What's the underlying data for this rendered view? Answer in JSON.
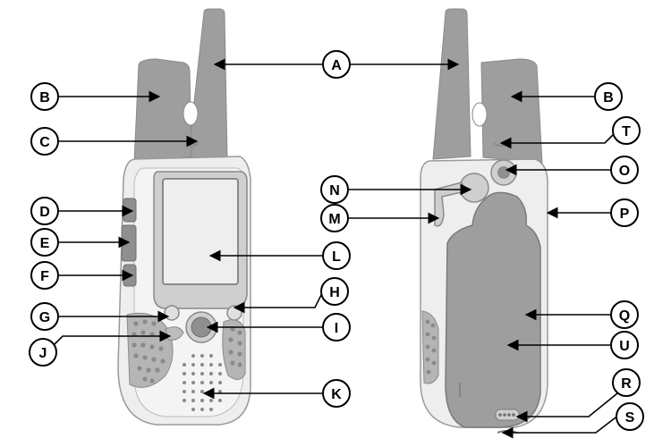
{
  "callouts": {
    "A": "A",
    "B": "B",
    "C": "C",
    "D": "D",
    "E": "E",
    "F": "F",
    "G": "G",
    "H": "H",
    "I": "I",
    "J": "J",
    "K": "K",
    "L": "L",
    "M": "M",
    "N": "N",
    "O": "O",
    "P": "P",
    "Q": "Q",
    "R": "R",
    "S": "S",
    "T": "T",
    "U": "U"
  }
}
